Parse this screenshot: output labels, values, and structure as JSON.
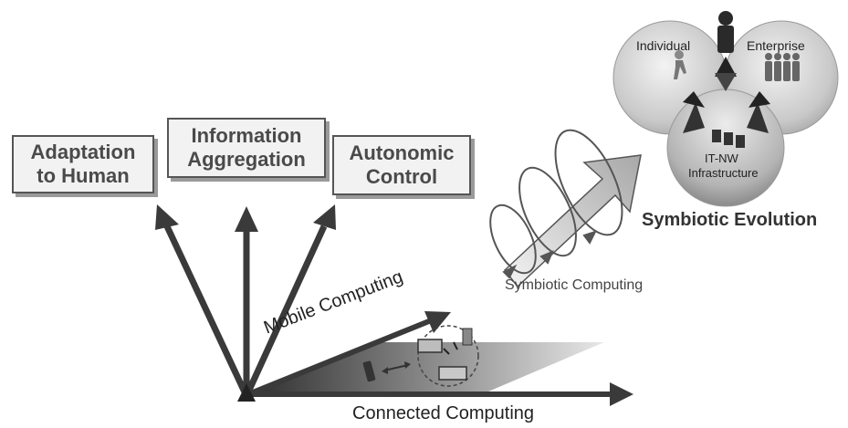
{
  "boxes": {
    "adaptation": "Adaptation\nto Human",
    "information": "Information\nAggregation",
    "autonomic": "Autonomic\nControl"
  },
  "axes": {
    "mobile": "Mobile Computing",
    "connected": "Connected Computing"
  },
  "spiral_label": "Symbiotic Computing",
  "evolution": {
    "title": "Symbiotic Evolution",
    "individual": "Individual",
    "enterprise": "Enterprise",
    "infrastructure_line1": "IT-NW",
    "infrastructure_line2": "Infrastructure"
  },
  "colors": {
    "arrow": "#3a3a3a",
    "box_fill": "#f2f2f2",
    "text": "#4a4a4a"
  }
}
